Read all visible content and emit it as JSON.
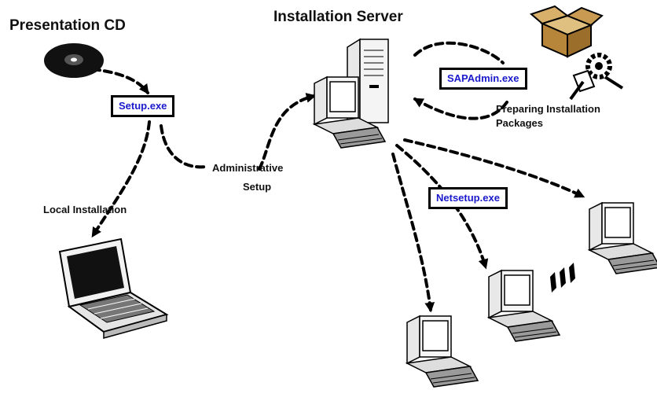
{
  "diagram": {
    "titles": {
      "presentation_cd": "Presentation CD",
      "installation_server": "Installation Server"
    },
    "programs": {
      "setup": "Setup.exe",
      "sapadmin": "SAPAdmin.exe",
      "netsetup": "Netsetup.exe"
    },
    "labels": {
      "local_installation": "Local Installation",
      "administrative_setup_line1": "Administrative",
      "administrative_setup_line2": "Setup",
      "preparing_line1": "Preparing Installation",
      "preparing_line2": "Packages"
    },
    "icons": [
      "cd-icon",
      "laptop-icon",
      "server-icon",
      "package-box-icon",
      "gear-tools-icon",
      "workstation-icon"
    ],
    "colors": {
      "program_text": "#1a1acc",
      "lines": "#000000"
    }
  }
}
